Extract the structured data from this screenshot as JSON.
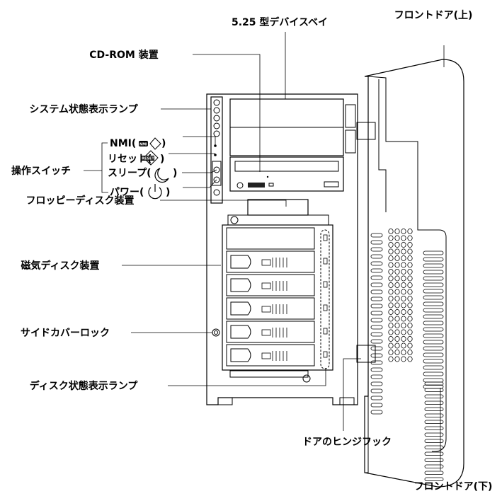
{
  "labels": {
    "bay_525": "5.25 型デバイスベイ",
    "front_door_top": "フロントドア(上)",
    "cdrom": "CD-ROM 装置",
    "system_lamp": "システム状態表示ランプ",
    "nmi": "NMI(",
    "nmi_close": ")",
    "nmi_icon_text": "NMI",
    "reset": "リセット(",
    "reset_close": ")",
    "reset_icon_text": "RESET",
    "op_switch": "操作スイッチ",
    "sleep": "スリープ(",
    "sleep_close": ")",
    "power": "パワー(",
    "power_close": ")",
    "floppy": "フロッピーディスク装置",
    "disk": "磁気ディスク装置",
    "side_cover_lock": "サイドカバーロック",
    "disk_lamp": "ディスク状態表示ランプ",
    "hinge_hook": "ドアのヒンジフック",
    "front_door_bottom": "フロントドア(下)"
  },
  "icons": [
    "nmi-icon",
    "reset-icon",
    "sleep-icon",
    "power-icon"
  ]
}
